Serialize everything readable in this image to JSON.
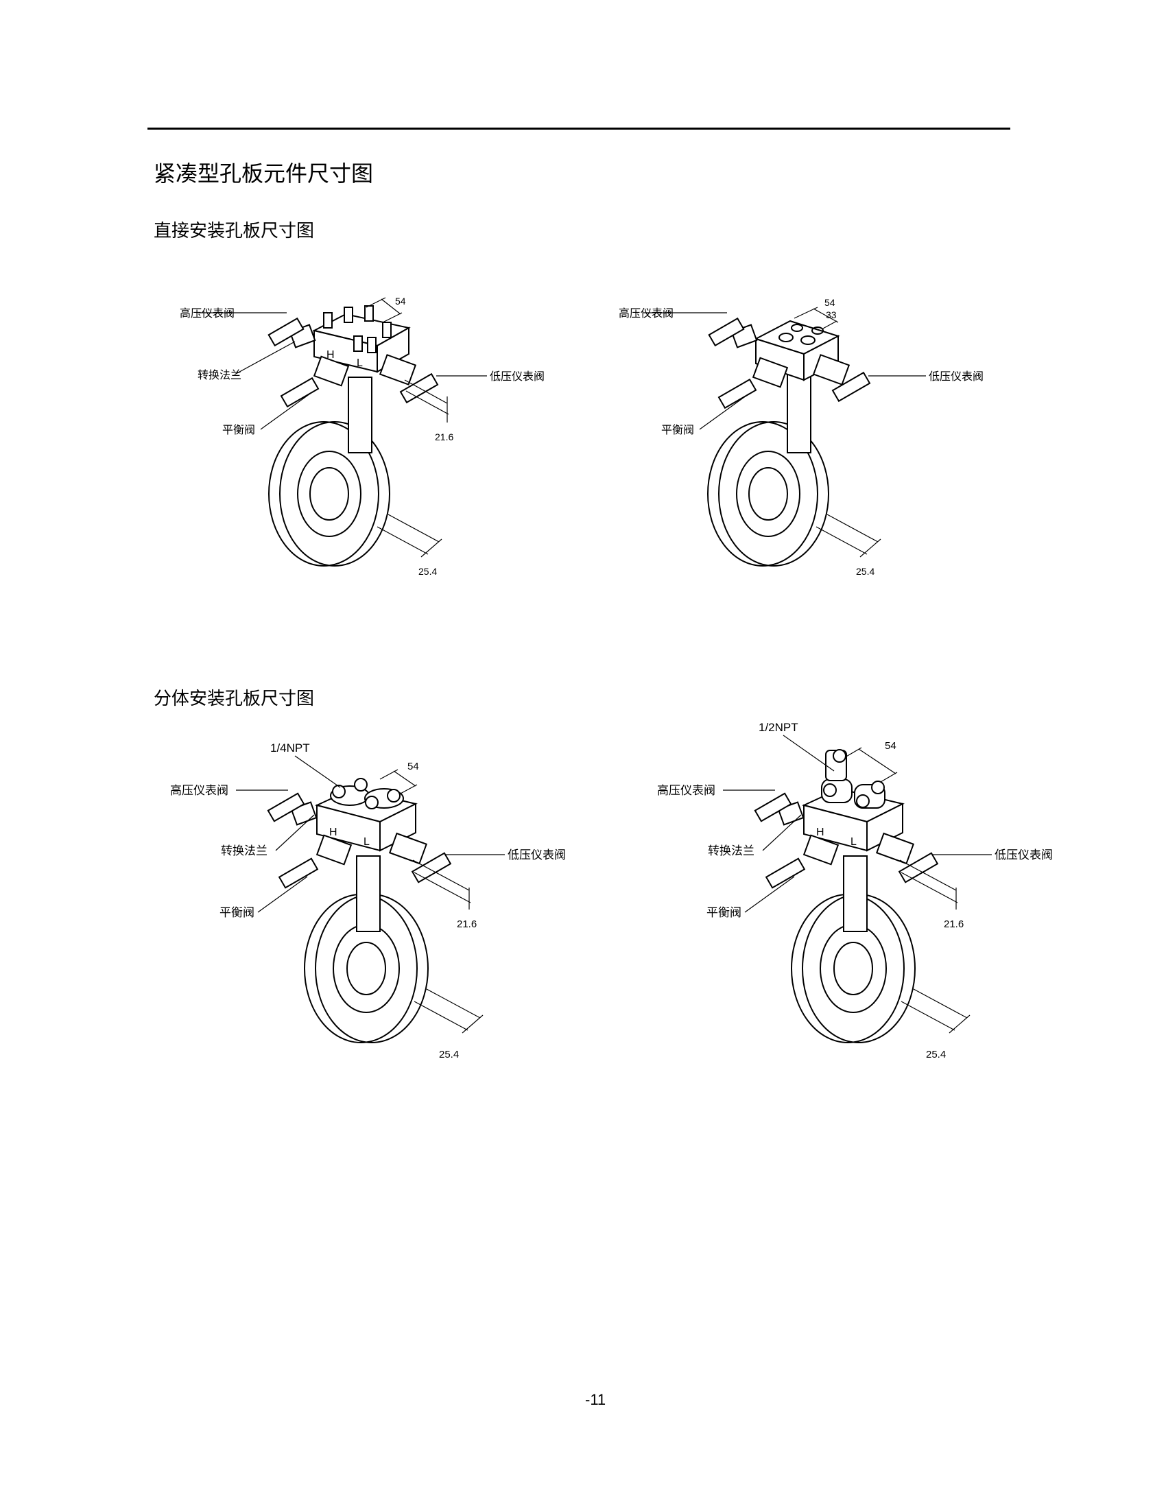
{
  "page": {
    "title": "紧凑型孔板元件尺寸图",
    "page_number": "-11"
  },
  "sections": [
    {
      "heading": "直接安装孔板尺寸图"
    },
    {
      "heading": "分体安装孔板尺寸图"
    }
  ],
  "figures": [
    {
      "labels": {
        "high": "高压仪表阀",
        "flange": "转换法兰",
        "balance": "平衡阀",
        "low": "低压仪表阀"
      },
      "dims": {
        "top": "54",
        "side": "21.6",
        "plate": "25.4"
      },
      "markings": {
        "h": "H",
        "l": "L"
      }
    },
    {
      "labels": {
        "high": "高压仪表阀",
        "balance": "平衡阀",
        "low": "低压仪表阀"
      },
      "dims": {
        "top": "54",
        "inner": "33",
        "plate": "25.4"
      }
    },
    {
      "labels": {
        "high": "高压仪表阀",
        "flange": "转换法兰",
        "balance": "平衡阀",
        "low": "低压仪表阀",
        "port": "1/4NPT"
      },
      "dims": {
        "top": "54",
        "side": "21.6",
        "plate": "25.4"
      },
      "markings": {
        "h": "H",
        "l": "L"
      }
    },
    {
      "labels": {
        "high": "高压仪表阀",
        "flange": "转换法兰",
        "balance": "平衡阀",
        "low": "低压仪表阀",
        "port": "1/2NPT"
      },
      "dims": {
        "top": "54",
        "side": "21.6",
        "plate": "25.4"
      },
      "markings": {
        "h": "H",
        "l": "L"
      }
    }
  ]
}
